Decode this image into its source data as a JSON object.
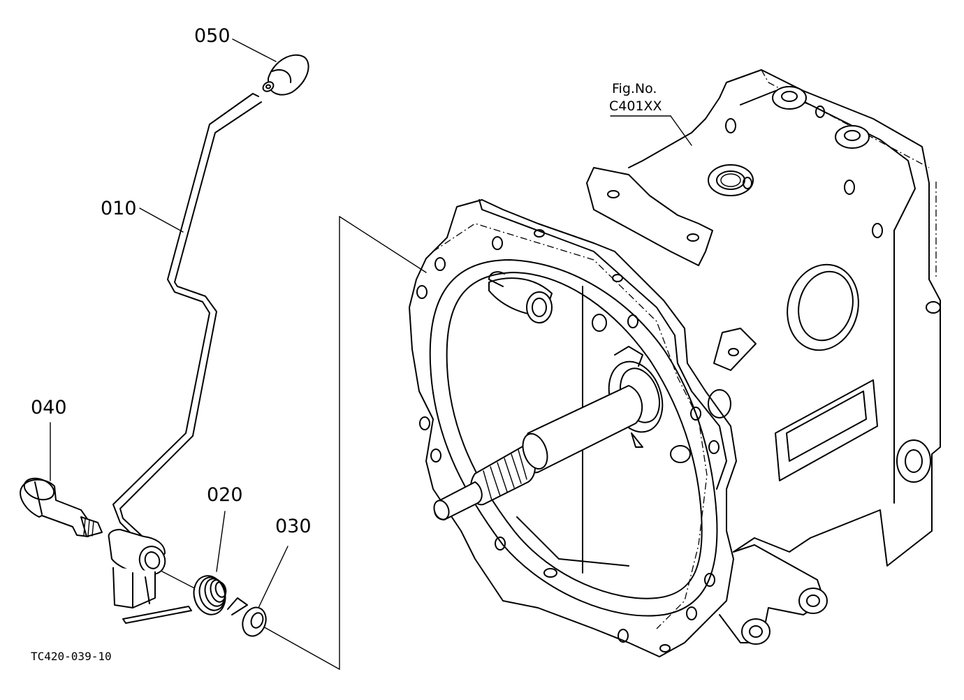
{
  "figure": {
    "fig_no_label": "Fig.No.",
    "fig_no_value": "C401XX",
    "drawing_code": "TC420-039-10"
  },
  "callouts": {
    "knob": "050",
    "lever": "010",
    "bolt": "040",
    "spring": "020",
    "washer": "030"
  }
}
